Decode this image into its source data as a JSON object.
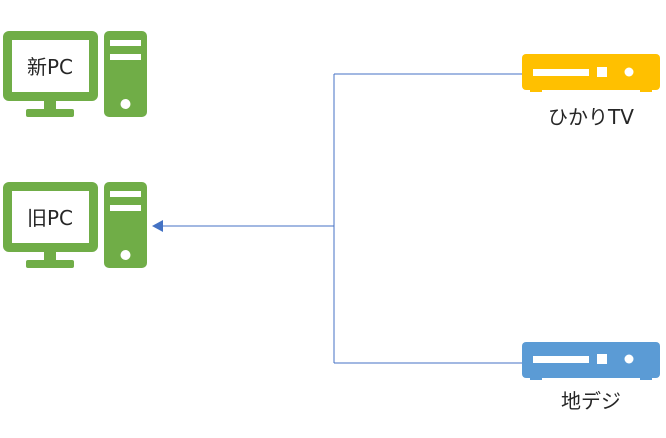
{
  "diagram": {
    "pcs": {
      "new_pc": {
        "label": "新PC",
        "color": "#70AD47"
      },
      "old_pc": {
        "label": "旧PC",
        "color": "#70AD47"
      }
    },
    "devices": {
      "hikari_tv": {
        "label": "ひかりTV",
        "color": "#FFC000"
      },
      "chideji": {
        "label": "地デジ",
        "color": "#5B9BD5"
      }
    },
    "connector_color": "#4472C4",
    "icons": {
      "pc": "desktop-computer-icon",
      "device": "set-top-box-icon"
    }
  }
}
